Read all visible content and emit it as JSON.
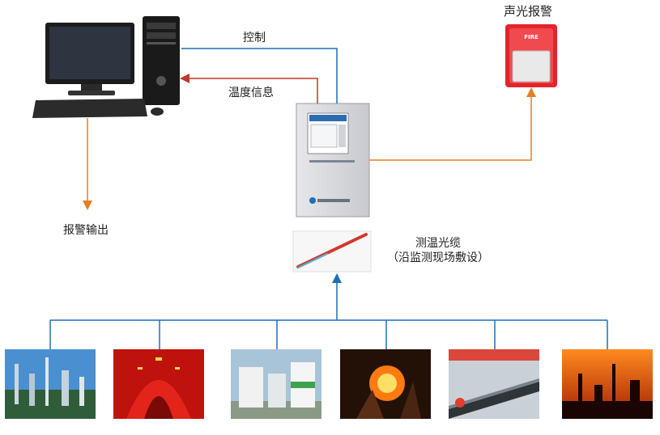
{
  "labels": {
    "control": "控制",
    "temperature_info": "温度信息",
    "alarm_output": "报警输出",
    "sound_light_alarm": "声光报警",
    "sensing_cable_line1": "测温光缆",
    "sensing_cable_line2": "（沿监测现场敷设）",
    "alarm_device_text": "FIRE"
  },
  "colors": {
    "control_line": "#1f6fb5",
    "temperature_line": "#c0392b",
    "alarm_line": "#e67e22",
    "field_line": "#1f6fb5",
    "alarm_device": "#e3242b"
  },
  "icons": [
    "desktop-computer-icon",
    "monitoring-host-cabinet-icon",
    "fire-alarm-icon",
    "fiber-optic-cable-icon"
  ],
  "field_scenes": [
    "petrochemical-plant",
    "tunnel",
    "tank-farm",
    "steel-mill",
    "conveyor-belt",
    "refinery-at-sunset"
  ]
}
